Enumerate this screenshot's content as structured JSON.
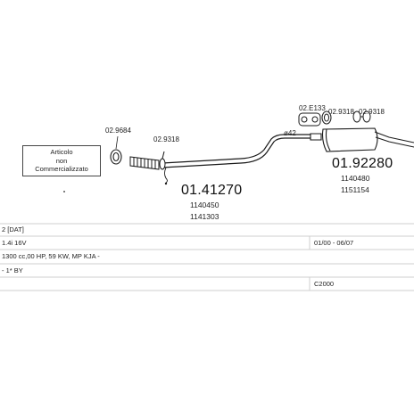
{
  "parts": {
    "downpipe_gasket": "02.9684",
    "front_clamp": "02.9318",
    "middle_pipe_code": "01.41270",
    "middle_pipe_ref_1": "1140450",
    "middle_pipe_ref_2": "1141303",
    "pipe_diameter": "ø42",
    "rear_hanger_1": "02.E133",
    "rear_clamp": "02.9318",
    "rear_hanger_2": "02.9318",
    "rear_silencer_code": "01.92280",
    "rear_silencer_ref_1": "1140480",
    "rear_silencer_ref_2": "1151154"
  },
  "notice": {
    "line1": "Articolo",
    "line2": "non",
    "line3": "Commercializzato"
  },
  "info": {
    "model_row": "2 [DAT]",
    "engine_row": "1.4i 16V",
    "date_range": "01/00 - 06/07",
    "spec_row": "1300 cc,00 HP, 59 KW, MP KJA -",
    "body_row": "- 1* BY",
    "catalog_code": "C2000"
  },
  "colors": {
    "line": "#1a1a1a",
    "part_fill": "#ffffff",
    "grid": "#cfcfcf"
  }
}
